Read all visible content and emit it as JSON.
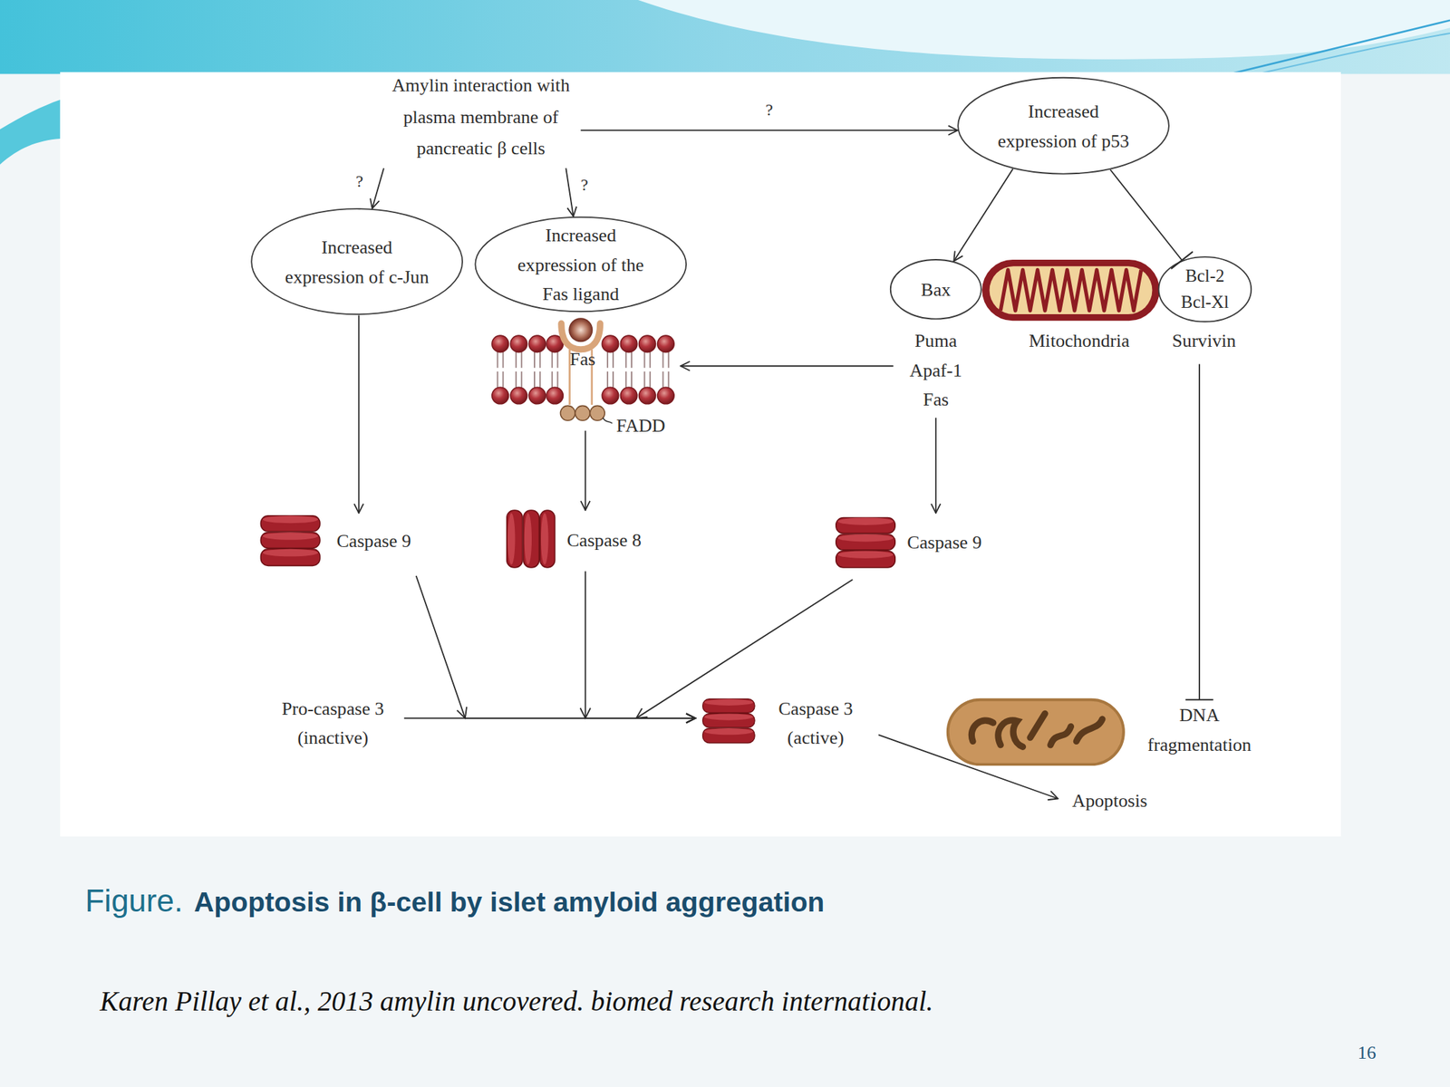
{
  "diagram": {
    "title": "Apoptosis in β-cell by islet amyloid aggregation",
    "caption": "Karen Pillay et al., 2013 amylin uncovered. biomed research international.",
    "nodes": [
      {
        "text": [
          "Amylin interaction with plasma membrane of pancreatic β cells"
        ]
      },
      {
        "text": [
          "Increased expression of p53"
        ]
      },
      {
        "text": [
          "Increased expression of c-Jun"
        ]
      },
      {
        "text": [
          "Increased expression of the Fas ligand"
        ]
      },
      {
        "text": [
          "Bax"
        ]
      },
      {
        "text": [
          "Bcl-2 Bcl-Xl"
        ]
      },
      {
        "text": [
          "Puma Apaf-1 Fas"
        ]
      },
      {
        "text": [
          "Survivin"
        ]
      },
      {
        "text": [
          "Fas",
          "FADD"
        ]
      },
      {
        "text": [
          "Caspase 9"
        ]
      },
      {
        "text": [
          "Caspase 8"
        ]
      },
      {
        "text": [
          "Caspase 9"
        ]
      },
      {
        "text": [
          "Pro-caspase 3 (inactive)"
        ]
      },
      {
        "text": [
          "Caspase 3 (active)"
        ]
      },
      {
        "text": [
          "DNA fragmentation"
        ]
      },
      {
        "text": [
          "Apoptosis"
        ]
      }
    ],
    "edges": [
      {
        "from": 0,
        "to": 1,
        "label": "?",
        "arrow": "to"
      },
      {
        "from": 0,
        "to": 2,
        "label": "?",
        "arrow": "to"
      },
      {
        "from": 0,
        "to": 3,
        "label": "?",
        "arrow": "to"
      },
      {
        "from": 1,
        "to": 4,
        "arrow": "to"
      },
      {
        "from": 1,
        "to": 5,
        "arrow": "to"
      },
      {
        "from": 6,
        "to": 8,
        "arrow": "to"
      },
      {
        "from": 6,
        "to": 11,
        "arrow": "to"
      },
      {
        "from": 2,
        "to": 9,
        "arrow": "to"
      },
      {
        "from": 8,
        "to": 10,
        "arrow": "to"
      },
      {
        "from": 12,
        "to": 13,
        "arrow": "to"
      },
      {
        "from": 9,
        "to": 13,
        "arrow": "to"
      },
      {
        "from": 10,
        "to": 13,
        "arrow": "to"
      },
      {
        "from": 11,
        "to": 13,
        "arrow": "to"
      },
      {
        "from": 7,
        "to": 14,
        "arrow": "to"
      },
      {
        "from": 13,
        "to": 15,
        "arrow": "to"
      }
    ],
    "labels": [
      "Mitochondria",
      "Figure.",
      "16"
    ]
  }
}
